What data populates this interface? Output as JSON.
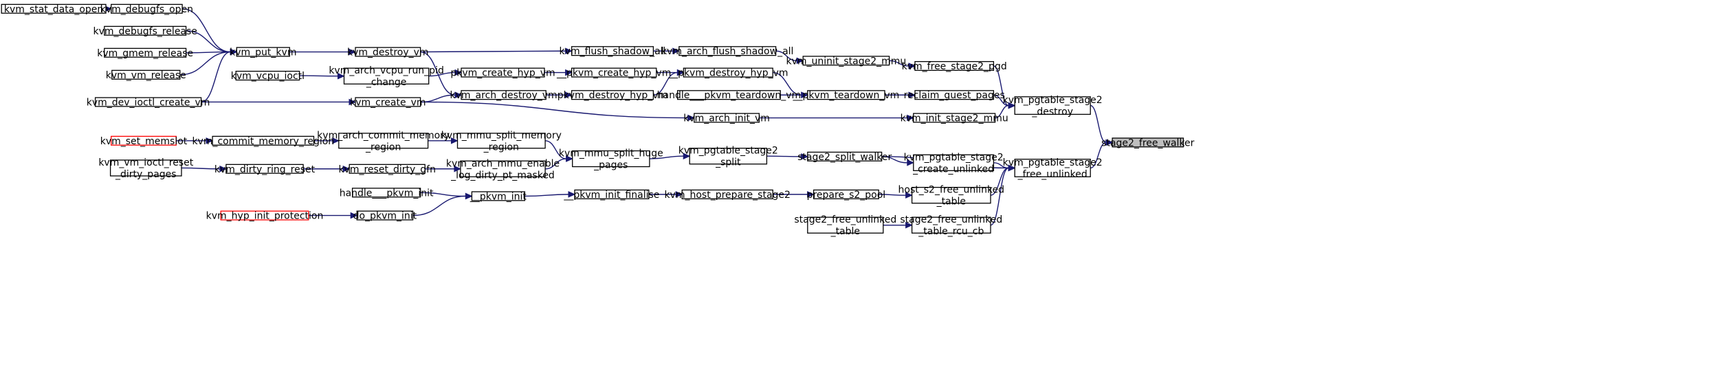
{
  "nodes": [
    {
      "id": "kvm_stat_data_open",
      "lines": [
        "kvm_stat_data_open"
      ]
    },
    {
      "id": "kvm_debugfs_open",
      "lines": [
        "kvm_debugfs_open"
      ]
    },
    {
      "id": "kvm_debugfs_release",
      "lines": [
        "kvm_debugfs_release"
      ]
    },
    {
      "id": "kvm_gmem_release",
      "lines": [
        "kvm_gmem_release"
      ]
    },
    {
      "id": "kvm_vm_release",
      "lines": [
        "kvm_vm_release"
      ]
    },
    {
      "id": "kvm_dev_ioctl_create_vm",
      "lines": [
        "kvm_dev_ioctl_create_vm"
      ]
    },
    {
      "id": "kvm_put_kvm",
      "lines": [
        "kvm_put_kvm"
      ]
    },
    {
      "id": "kvm_vcpu_ioctl",
      "lines": [
        "kvm_vcpu_ioctl"
      ]
    },
    {
      "id": "kvm_destroy_vm",
      "lines": [
        "kvm_destroy_vm"
      ]
    },
    {
      "id": "kvm_arch_vcpu_run_pid_change",
      "lines": [
        "kvm_arch_vcpu_run_pid",
        "_change"
      ]
    },
    {
      "id": "kvm_create_vm",
      "lines": [
        "kvm_create_vm"
      ]
    },
    {
      "id": "kvm_arch_destroy_vm",
      "lines": [
        "kvm_arch_destroy_vm"
      ]
    },
    {
      "id": "pkvm_create_hyp_vm",
      "lines": [
        "pkvm_create_hyp_vm"
      ]
    },
    {
      "id": "pkvm_destroy_hyp_vm",
      "lines": [
        "pkvm_destroy_hyp_vm"
      ]
    },
    {
      "id": "kvm_flush_shadow_all",
      "lines": [
        "kvm_flush_shadow_all"
      ]
    },
    {
      "id": "__pkvm_create_hyp_vm",
      "lines": [
        "__pkvm_create_hyp_vm"
      ]
    },
    {
      "id": "kvm_arch_flush_shadow_all",
      "lines": [
        "kvm_arch_flush_shadow_all"
      ]
    },
    {
      "id": "__pkvm_destroy_hyp_vm",
      "lines": [
        "__pkvm_destroy_hyp_vm"
      ]
    },
    {
      "id": "handle___pkvm_teardown_vm",
      "lines": [
        "handle___pkvm_teardown_vm"
      ]
    },
    {
      "id": "kvm_arch_init_vm",
      "lines": [
        "kvm_arch_init_vm"
      ]
    },
    {
      "id": "kvm_uninit_stage2_mmu",
      "lines": [
        "kvm_uninit_stage2_mmu"
      ]
    },
    {
      "id": "__pkvm_teardown_vm",
      "lines": [
        "__pkvm_teardown_vm"
      ]
    },
    {
      "id": "kvm_free_stage2_pgd",
      "lines": [
        "kvm_free_stage2_pgd"
      ]
    },
    {
      "id": "reclaim_guest_pages",
      "lines": [
        "reclaim_guest_pages"
      ]
    },
    {
      "id": "kvm_init_stage2_mmu",
      "lines": [
        "kvm_init_stage2_mmu"
      ]
    },
    {
      "id": "kvm_pgtable_stage2_destroy",
      "lines": [
        "kvm_pgtable_stage2",
        "_destroy"
      ]
    },
    {
      "id": "kvm_set_memslot",
      "lines": [
        "kvm_set_memslot"
      ],
      "red": true
    },
    {
      "id": "kvm_commit_memory_region",
      "lines": [
        "kvm_commit_memory_region"
      ]
    },
    {
      "id": "kvm_arch_commit_memory_region",
      "lines": [
        "kvm_arch_commit_memory",
        "_region"
      ]
    },
    {
      "id": "kvm_mmu_split_memory_region",
      "lines": [
        "kvm_mmu_split_memory",
        "_region"
      ]
    },
    {
      "id": "kvm_vm_ioctl_reset_dirty_pages",
      "lines": [
        "kvm_vm_ioctl_reset",
        "_dirty_pages"
      ]
    },
    {
      "id": "kvm_dirty_ring_reset",
      "lines": [
        "kvm_dirty_ring_reset"
      ]
    },
    {
      "id": "kvm_reset_dirty_gfn",
      "lines": [
        "kvm_reset_dirty_gfn"
      ]
    },
    {
      "id": "kvm_arch_mmu_enable_log_dirty_pt_masked",
      "lines": [
        "kvm_arch_mmu_enable",
        "_log_dirty_pt_masked"
      ]
    },
    {
      "id": "kvm_mmu_split_huge_pages",
      "lines": [
        "kvm_mmu_split_huge",
        "_pages"
      ]
    },
    {
      "id": "kvm_pgtable_stage2_split",
      "lines": [
        "kvm_pgtable_stage2",
        "_split"
      ]
    },
    {
      "id": "stage2_split_walker",
      "lines": [
        "stage2_split_walker"
      ]
    },
    {
      "id": "kvm_pgtable_stage2_create_unlinked",
      "lines": [
        "kvm_pgtable_stage2",
        "_create_unlinked"
      ]
    },
    {
      "id": "kvm_pgtable_stage2_free_unlinked",
      "lines": [
        "kvm_pgtable_stage2",
        "_free_unlinked"
      ]
    },
    {
      "id": "stage2_free_walker",
      "lines": [
        "stage2_free_walker"
      ],
      "target": true
    },
    {
      "id": "handle___pkvm_init",
      "lines": [
        "handle___pkvm_init"
      ]
    },
    {
      "id": "kvm_hyp_init_protection",
      "lines": [
        "kvm_hyp_init_protection"
      ],
      "red": true
    },
    {
      "id": "do_pkvm_init",
      "lines": [
        "do_pkvm_init"
      ]
    },
    {
      "id": "__pkvm_init",
      "lines": [
        "__pkvm_init"
      ]
    },
    {
      "id": "__pkvm_init_finalise",
      "lines": [
        "__pkvm_init_finalise"
      ]
    },
    {
      "id": "kvm_host_prepare_stage2",
      "lines": [
        "kvm_host_prepare_stage2"
      ]
    },
    {
      "id": "prepare_s2_pool",
      "lines": [
        "prepare_s2_pool"
      ]
    },
    {
      "id": "host_s2_free_unlinked_table",
      "lines": [
        "host_s2_free_unlinked",
        "_table"
      ]
    },
    {
      "id": "stage2_free_unlinked_table",
      "lines": [
        "stage2_free_unlinked",
        "_table"
      ]
    },
    {
      "id": "stage2_free_unlinked_table_rcu_cb",
      "lines": [
        "stage2_free_unlinked",
        "_table_rcu_cb"
      ]
    }
  ],
  "edges": [
    [
      "kvm_stat_data_open",
      "kvm_debugfs_open"
    ],
    [
      "kvm_debugfs_open",
      "kvm_put_kvm"
    ],
    [
      "kvm_debugfs_release",
      "kvm_put_kvm"
    ],
    [
      "kvm_gmem_release",
      "kvm_put_kvm"
    ],
    [
      "kvm_vm_release",
      "kvm_put_kvm"
    ],
    [
      "kvm_dev_ioctl_create_vm",
      "kvm_put_kvm"
    ],
    [
      "kvm_put_kvm",
      "kvm_destroy_vm"
    ],
    [
      "kvm_dev_ioctl_create_vm",
      "kvm_create_vm"
    ],
    [
      "kvm_vcpu_ioctl",
      "kvm_arch_vcpu_run_pid_change"
    ],
    [
      "kvm_destroy_vm",
      "kvm_flush_shadow_all"
    ],
    [
      "kvm_destroy_vm",
      "kvm_arch_destroy_vm"
    ],
    [
      "kvm_create_vm",
      "kvm_arch_destroy_vm"
    ],
    [
      "kvm_create_vm",
      "kvm_arch_init_vm"
    ],
    [
      "kvm_arch_vcpu_run_pid_change",
      "pkvm_create_hyp_vm"
    ],
    [
      "pkvm_create_hyp_vm",
      "__pkvm_create_hyp_vm"
    ],
    [
      "kvm_arch_destroy_vm",
      "pkvm_destroy_hyp_vm"
    ],
    [
      "pkvm_destroy_hyp_vm",
      "__pkvm_destroy_hyp_vm"
    ],
    [
      "__pkvm_create_hyp_vm",
      "__pkvm_destroy_hyp_vm"
    ],
    [
      "kvm_flush_shadow_all",
      "kvm_arch_flush_shadow_all"
    ],
    [
      "kvm_arch_flush_shadow_all",
      "kvm_uninit_stage2_mmu"
    ],
    [
      "kvm_uninit_stage2_mmu",
      "kvm_free_stage2_pgd"
    ],
    [
      "__pkvm_destroy_hyp_vm",
      "__pkvm_teardown_vm"
    ],
    [
      "handle___pkvm_teardown_vm",
      "__pkvm_teardown_vm"
    ],
    [
      "__pkvm_teardown_vm",
      "reclaim_guest_pages"
    ],
    [
      "kvm_arch_init_vm",
      "kvm_init_stage2_mmu"
    ],
    [
      "kvm_free_stage2_pgd",
      "kvm_pgtable_stage2_destroy"
    ],
    [
      "reclaim_guest_pages",
      "kvm_pgtable_stage2_destroy"
    ],
    [
      "kvm_init_stage2_mmu",
      "kvm_pgtable_stage2_destroy"
    ],
    [
      "kvm_pgtable_stage2_destroy",
      "stage2_free_walker"
    ],
    [
      "kvm_set_memslot",
      "kvm_commit_memory_region"
    ],
    [
      "kvm_commit_memory_region",
      "kvm_arch_commit_memory_region"
    ],
    [
      "kvm_arch_commit_memory_region",
      "kvm_mmu_split_memory_region"
    ],
    [
      "kvm_mmu_split_memory_region",
      "kvm_mmu_split_huge_pages"
    ],
    [
      "kvm_vm_ioctl_reset_dirty_pages",
      "kvm_dirty_ring_reset"
    ],
    [
      "kvm_dirty_ring_reset",
      "kvm_reset_dirty_gfn"
    ],
    [
      "kvm_reset_dirty_gfn",
      "kvm_arch_mmu_enable_log_dirty_pt_masked"
    ],
    [
      "kvm_arch_mmu_enable_log_dirty_pt_masked",
      "kvm_mmu_split_huge_pages"
    ],
    [
      "kvm_mmu_split_huge_pages",
      "kvm_pgtable_stage2_split"
    ],
    [
      "kvm_pgtable_stage2_split",
      "stage2_split_walker"
    ],
    [
      "stage2_split_walker",
      "kvm_pgtable_stage2_create_unlinked"
    ],
    [
      "stage2_split_walker",
      "kvm_pgtable_stage2_free_unlinked"
    ],
    [
      "kvm_pgtable_stage2_create_unlinked",
      "kvm_pgtable_stage2_free_unlinked"
    ],
    [
      "kvm_pgtable_stage2_free_unlinked",
      "stage2_free_walker"
    ],
    [
      "handle___pkvm_init",
      "__pkvm_init"
    ],
    [
      "kvm_hyp_init_protection",
      "do_pkvm_init"
    ],
    [
      "do_pkvm_init",
      "__pkvm_init"
    ],
    [
      "__pkvm_init",
      "__pkvm_init_finalise"
    ],
    [
      "__pkvm_init_finalise",
      "kvm_host_prepare_stage2"
    ],
    [
      "kvm_host_prepare_stage2",
      "prepare_s2_pool"
    ],
    [
      "prepare_s2_pool",
      "host_s2_free_unlinked_table"
    ],
    [
      "host_s2_free_unlinked_table",
      "kvm_pgtable_stage2_free_unlinked"
    ],
    [
      "stage2_free_unlinked_table",
      "stage2_free_unlinked_table_rcu_cb"
    ],
    [
      "stage2_free_unlinked_table_rcu_cb",
      "kvm_pgtable_stage2_free_unlinked"
    ]
  ]
}
